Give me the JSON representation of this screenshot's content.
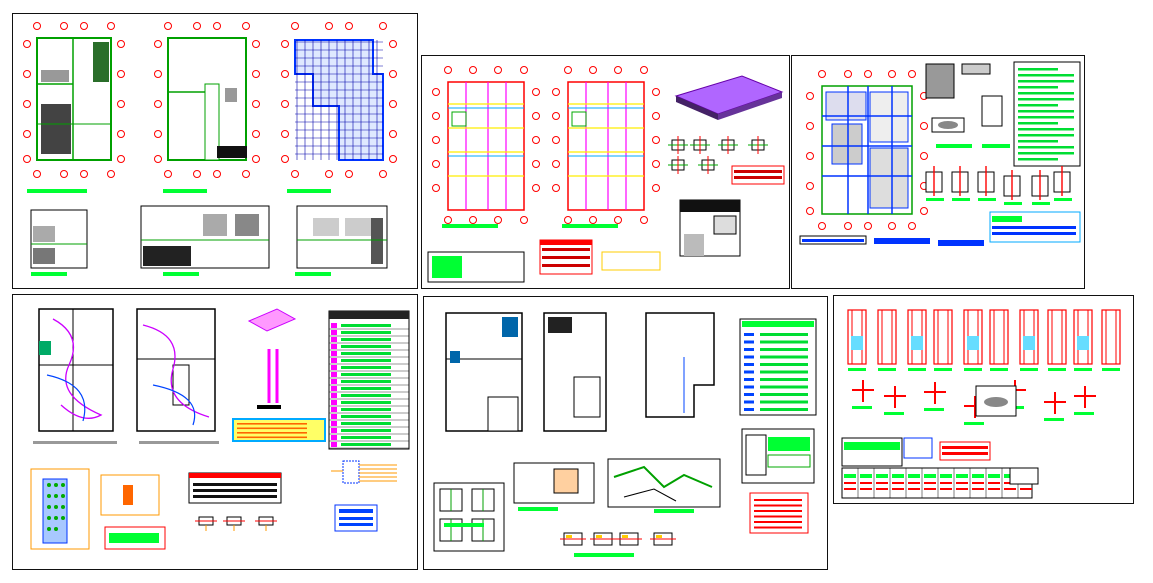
{
  "sheets": [
    {
      "id": "sheet-architecture"
    },
    {
      "id": "sheet-structure-plans"
    },
    {
      "id": "sheet-foundation"
    },
    {
      "id": "sheet-electrical"
    },
    {
      "id": "sheet-plumbing"
    },
    {
      "id": "sheet-details"
    }
  ],
  "colors": {
    "sheet_border": "#111111",
    "wall": "#00a000",
    "green_label": "#00ff33",
    "axis_bubble": "#ff0000",
    "structure_red": "#ff0000",
    "structure_magenta": "#ff00ff",
    "structure_yellow": "#ffee00",
    "hatch_blue": "#0033ff",
    "tile_grid": "#0000aa",
    "electrical_wire": "#cc00ff",
    "plumbing_blue": "#0044ff",
    "note_box_yellow": "#ffff66",
    "note_box_border": "#00aaff"
  }
}
